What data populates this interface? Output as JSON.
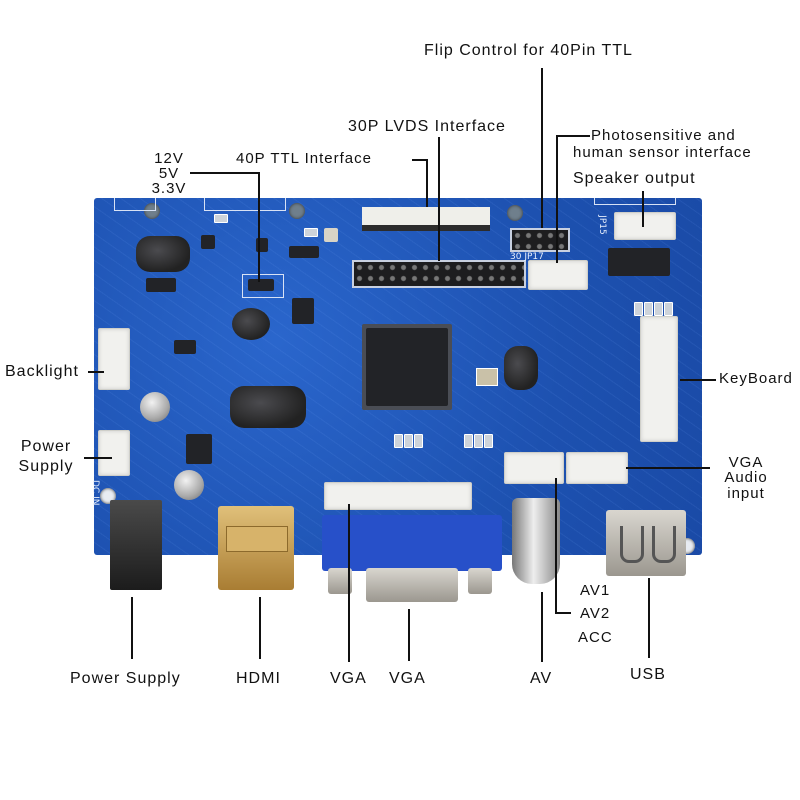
{
  "diagram": {
    "subject": "LCD controller board connector layout",
    "board_color": "#1f56b8",
    "labels": {
      "flip_control": "Flip Control for 40Pin TTL",
      "lvds": "30P LVDS Interface",
      "photosensitive_line1": "Photosensitive and",
      "photosensitive_line2": "human sensor interface",
      "speaker": "Speaker output",
      "ttl": "40P TTL Interface",
      "voltage_12v": "12V",
      "voltage_5v": "5V",
      "voltage_33v": "3.3V",
      "backlight": "Backlight",
      "power_supply_left_line1": "Power",
      "power_supply_left_line2": "Supply",
      "keyboard": "KeyBoard",
      "vga_audio_line1": "VGA",
      "vga_audio_line2": "Audio",
      "vga_audio_line3": "input",
      "av1": "AV1",
      "av2": "AV2",
      "acc": "ACC",
      "power_supply_bottom": "Power Supply",
      "hdmi": "HDMI",
      "vga_header": "VGA",
      "vga_port": "VGA",
      "av": "AV",
      "usb": "USB"
    },
    "silkscreen": {
      "jp15": "JP15",
      "jp17": "30 JP17",
      "dc_in": "DC IN"
    }
  }
}
